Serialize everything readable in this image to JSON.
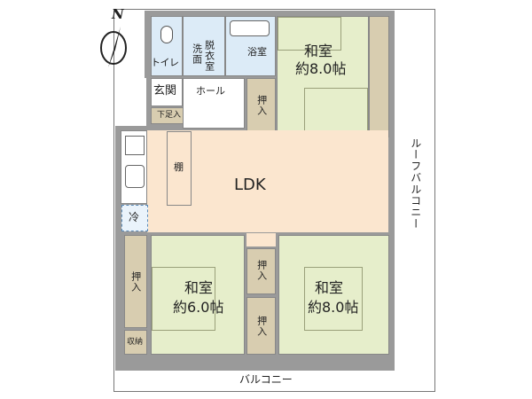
{
  "compass": {
    "label": "N"
  },
  "rooms": {
    "toilet": "トイレ",
    "washroom_a": "脱衣室",
    "washroom_b": "洗面",
    "bath": "浴室",
    "entrance": "玄関",
    "hall": "ホール",
    "shoe_storage": "下足入",
    "closet": "押入",
    "storage": "収納",
    "shelf": "棚",
    "fridge": "冷",
    "ldk": "LDK",
    "washitsu": "和室",
    "size_8": "約8.0帖",
    "size_6": "約6.0帖",
    "roof_balcony": "ルーフバルコニー",
    "balcony": "バルコニー"
  }
}
